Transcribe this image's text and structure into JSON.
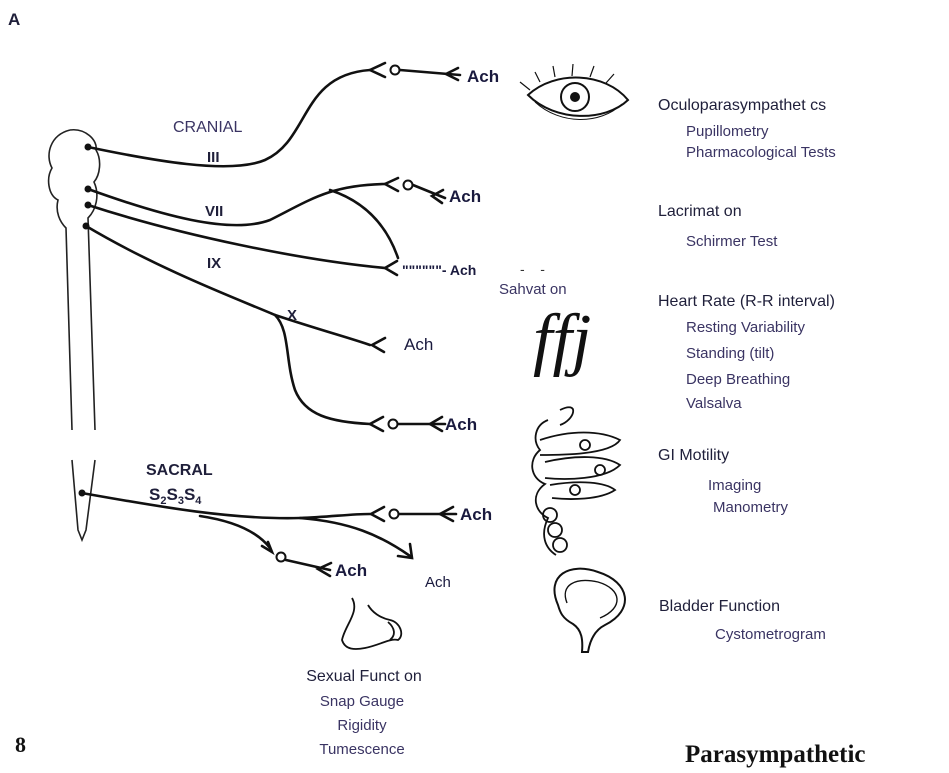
{
  "corner_letter": "A",
  "page_number": "8",
  "footer_title": "Parasympathetic",
  "divisions": {
    "cranial": "CRANIAL",
    "sacral": "SACRAL",
    "sacral_segments": [
      "S",
      "2",
      "S",
      "3",
      "S",
      "4"
    ]
  },
  "nerves": {
    "n3": "III",
    "n7": "VII",
    "n9": "IX",
    "n10": "X"
  },
  "transmitter": "Ach",
  "ach_labels": {
    "ach_1": "Ach",
    "ach_2": "Ach",
    "ach_3": "\"\"\"\"\"\"- Ach",
    "ach_4": "Ach",
    "ach_5": "Ach",
    "ach_6": "Ach",
    "ach_7": "Ach",
    "ach_8": "Ach"
  },
  "salivation": {
    "label": "Sahvat on",
    "dashes": "-    -",
    "glyph": "ffj"
  },
  "functions": [
    {
      "title": "Oculoparasympathet cs",
      "tests": [
        "Pupillometry",
        "Pharmacological Tests"
      ]
    },
    {
      "title": "Lacrimat on",
      "tests": [
        "Schirmer Test"
      ]
    },
    {
      "title": "Heart Rate (R-R interval)",
      "tests": [
        "Resting Variability",
        "Standing (tilt)",
        "Deep Breathing",
        "Valsalva"
      ]
    },
    {
      "title": "GI Motility",
      "tests": [
        "Imaging",
        "Manometry"
      ]
    },
    {
      "title": "Bladder Function",
      "tests": [
        "Cystometrogram"
      ]
    }
  ],
  "sexual_function": {
    "title": "Sexual Funct on",
    "tests": [
      "Snap Gauge",
      "Rigidity",
      "Tumescence"
    ]
  }
}
